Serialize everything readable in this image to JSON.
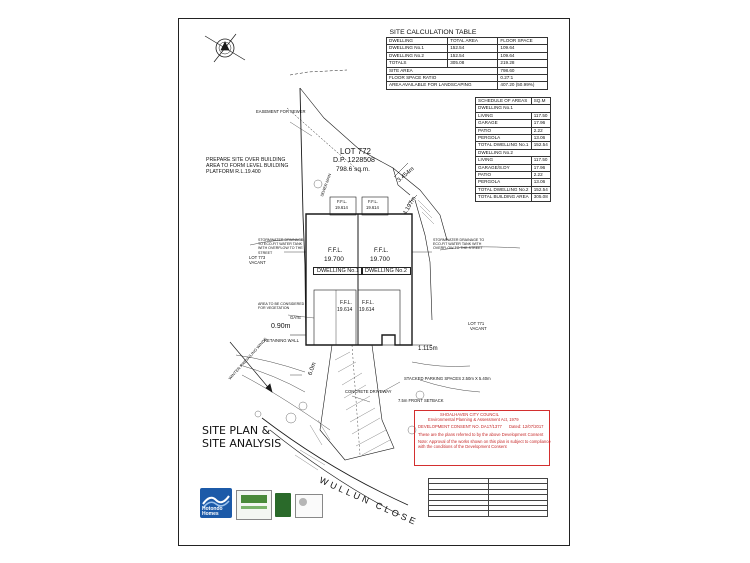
{
  "calc_table": {
    "title": "SITE CALCULATION TABLE",
    "headers": [
      "DWELLING",
      "TOTAL AREA",
      "FLOOR SPACE"
    ],
    "rows": [
      [
        "DWELLING No.1",
        "152.54",
        "109.64"
      ],
      [
        "DWELLING No.2",
        "152.54",
        "109.64"
      ],
      [
        "TOTALS",
        "305.08",
        "219.28"
      ]
    ],
    "site_area_label": "SITE AREA",
    "site_area_value": "798.60",
    "fsr_label": "FLOOR SPACE RATIO",
    "fsr_value": "0.27:1",
    "landscaping_label": "AREA AVAILABLE FOR LANDSCAPING",
    "landscaping_value": "407.20 (50.99%)"
  },
  "schedule": {
    "title": "SCHEDULE OF AREAS",
    "title_unit": "SQ.M",
    "d1_title": "DWELLING No.1",
    "d1_rows": [
      [
        "LIVING",
        "117.50"
      ],
      [
        "GARAGE",
        "17.96"
      ],
      [
        "PATIO",
        "2.22"
      ],
      [
        "PERGOLA",
        "13.06"
      ]
    ],
    "d1_total": [
      "TOTAL DWELLING No.1",
      "152.54"
    ],
    "d2_title": "DWELLING No.2",
    "d2_rows": [
      [
        "LIVING",
        "117.50"
      ],
      [
        "GARAGE/S.DY",
        "17.96"
      ],
      [
        "PATIO",
        "2.22"
      ],
      [
        "PERGOLA",
        "13.06"
      ]
    ],
    "d2_total": [
      "TOTAL DWELLING No.2",
      "152.54"
    ],
    "total_building": [
      "TOTAL BUILDING AREA",
      "305.08"
    ]
  },
  "plan": {
    "lot_number": "LOT 772",
    "dp": "D.P. 1228508",
    "lot_area": "798.6 sq.m.",
    "prepare_note_1": "PREPARE SITE OVER BUILDING",
    "prepare_note_2": "AREA TO FORM LEVEL BUILDING",
    "prepare_note_3": "PLATFORM R.L.19.400",
    "ffl_label": "F.F.L.",
    "ffl_main": "19.700",
    "ffl_lower": "19.614",
    "dwelling1": "DWELLING No.1",
    "dwelling2": "DWELLING No.2",
    "lot_773": "LOT 773",
    "lot_773_status": "VACANT",
    "lot_771": "LOT 771",
    "lot_771_status": "VACANT",
    "easement_note": "EASEMENT FOR SEWER",
    "dim_0_90": "0.90m",
    "dim_1_115": "1.115m",
    "dim_3_454": "3.454m",
    "dim_4_197": "4.197m",
    "dim_6_0": "6.0m",
    "stormwater_note_l": "STORMWATER DRAINAGE TO ECO-FIT WATER TANK WITH OVERFLOW TO THE STREET",
    "stormwater_note_r": "STORMWATER DRAINAGE TO ECO-FIT WATER TANK WITH OVERFLOW TO THE STREET",
    "landscape_area_note": "AREA TO BE CONSIDERED FOR VEGETATION",
    "gate": "GATE",
    "retaining_wall": "RETAINING WALL",
    "stacked_parking": "STACKED PARKING SPACES 2.50m X 5.40m",
    "front_setback": "7.5m FRONT SETBACK",
    "concrete_driveway": "CONCRETE DRIVEWAY",
    "site_plan_title_1": "SITE PLAN &",
    "site_plan_title_2": "SITE ANALYSIS",
    "street_name": "WULLUN CLOSE",
    "sewer_main": "SEWER MAIN",
    "winter_winds": "WINTER PREVAILING WINDS"
  },
  "stamp": {
    "council": "SHOALHAVEN CITY COUNCIL",
    "act": "Environmental Planning & Assessment Act, 1979",
    "consent": "DEVELOPMENT CONSENT NO. DA17/1377",
    "dated_label": "Dated:",
    "dated_value": "12/07/2017",
    "line1": "These are the plans referred to by the above Development Consent",
    "line2": "Note: Approval of the works shown on this plan is subject to compliance",
    "line3": "with the conditions of the Development Consent"
  },
  "logos": {
    "hotondo_1": "Hotondo",
    "hotondo_2": "Homes"
  },
  "colors": {
    "line": "#1a1a1a",
    "stamp_red": "#c62828",
    "hotondo_blue": "#1c5aa8"
  }
}
